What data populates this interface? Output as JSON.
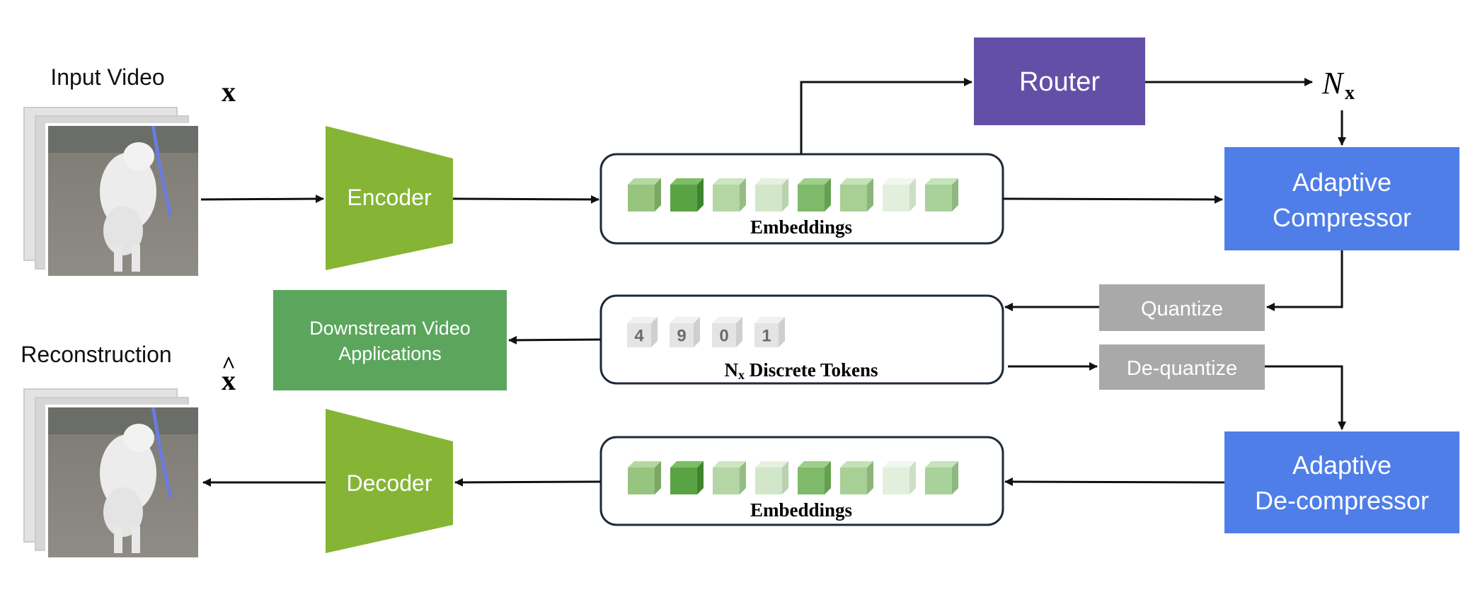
{
  "labels": {
    "input_video": "Input Video",
    "reconstruction": "Reconstruction",
    "x_symbol": "x",
    "xhat_symbol": "x",
    "xhat_accent": "^",
    "nx_symbol": "N",
    "nx_subscript": "x"
  },
  "blocks": {
    "encoder": "Encoder",
    "decoder": "Decoder",
    "router": "Router",
    "compressor_line1": "Adaptive",
    "compressor_line2": "Compressor",
    "decompressor_line1": "Adaptive",
    "decompressor_line2": "De-compressor",
    "quantize": "Quantize",
    "dequantize": "De-quantize",
    "downstream_line1": "Downstream Video",
    "downstream_line2": "Applications"
  },
  "panels": {
    "embeddings_top": "Embeddings",
    "embeddings_bottom": "Embeddings",
    "tokens_prefix": "N",
    "tokens_sub": "x",
    "tokens_suffix": " Discrete Tokens"
  },
  "tokens": [
    "4",
    "9",
    "0",
    "1"
  ],
  "colors": {
    "encoder_green": "#86b536",
    "router_purple": "#6350a6",
    "compressor_blue": "#4f7ee8",
    "quant_gray": "#a9a9a9",
    "downstream_green": "#5ba65c",
    "panel_border": "#1e2a3a"
  }
}
